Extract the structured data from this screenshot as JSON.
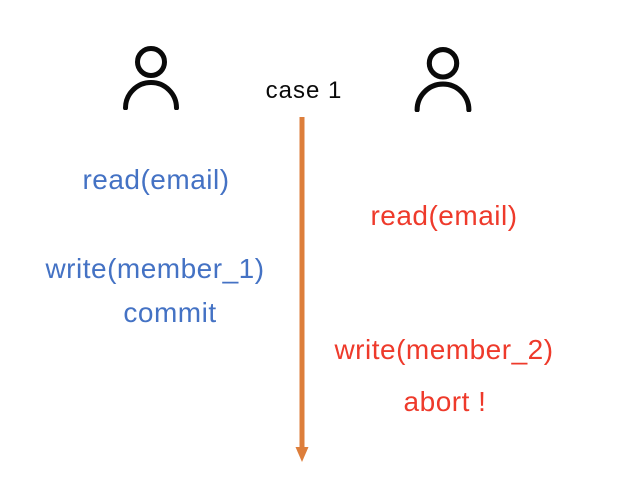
{
  "diagram": {
    "case_label": "case 1",
    "users": {
      "left": {
        "icon": "person-icon"
      },
      "right": {
        "icon": "person-icon"
      }
    },
    "timeline": {
      "icon": "down-arrow-icon",
      "direction": "down"
    },
    "left_transaction": {
      "op_read": "read(email)",
      "op_write": "write(member_1)",
      "op_result": "commit"
    },
    "right_transaction": {
      "op_read": "read(email)",
      "op_write": "write(member_2)",
      "op_result": "abort !"
    }
  },
  "colors": {
    "blue": "#4472c4",
    "red": "#ee3a2b",
    "orange": "#dd7e3b",
    "black": "#0a0a0a"
  }
}
